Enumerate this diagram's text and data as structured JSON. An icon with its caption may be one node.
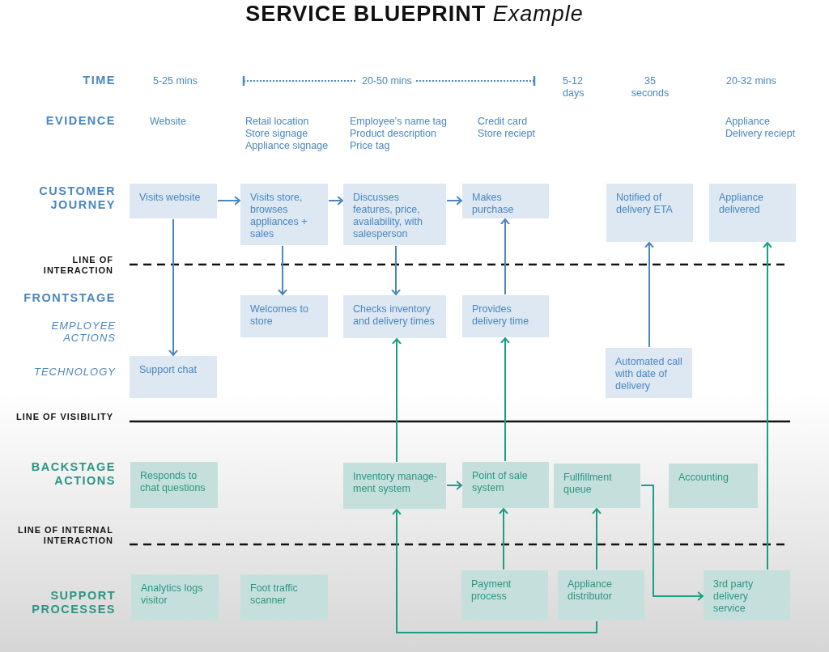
{
  "diagram": {
    "title": "**SERVICE BLUEPRINT** *Example*",
    "nodes": [
      {
        "text": [
          "Visits website"
        ]
      },
      {
        "text": [
          "Visits store, browses appliances + sales"
        ]
      },
      {
        "text": [
          "Discusses features, price, availability, with salesperson"
        ]
      },
      {
        "text": [
          "Makes purchase"
        ]
      },
      {
        "text": [
          "Notified of delivery ETA"
        ]
      },
      {
        "text": [
          "Appliance delivered"
        ]
      },
      {
        "text": [
          "Welcomes to store"
        ]
      },
      {
        "text": [
          "Checks inventory and delivery times"
        ]
      },
      {
        "text": [
          "Provides delivery time"
        ]
      },
      {
        "text": [
          "Support chat"
        ]
      },
      {
        "text": [
          "Automated call with date of delivery"
        ]
      },
      {
        "text": [
          "Responds to chat questions"
        ]
      },
      {
        "text": [
          "Inventory manage- ment system"
        ]
      },
      {
        "text": [
          "Point of sale system"
        ]
      },
      {
        "text": [
          "Fullfillment queue"
        ]
      },
      {
        "text": [
          "Accounting"
        ]
      },
      {
        "text": [
          "Analytics logs visitor"
        ]
      },
      {
        "text": [
          "Foot traffic scanner"
        ]
      },
      {
        "text": [
          "Payment process"
        ]
      },
      {
        "text": [
          "Appliance distributor"
        ]
      },
      {
        "text": [
          "3rd party delivery service"
        ]
      }
    ],
    "edges": [
      {
        "from": 0,
        "to": 1,
        "arrow": "to",
        "color": "#4a86c0"
      },
      {
        "from": 1,
        "to": 2,
        "arrow": "to",
        "color": "#4a86c0"
      },
      {
        "from": 2,
        "to": 3,
        "arrow": "to",
        "color": "#4a86c0"
      },
      {
        "from": 0,
        "to": 9,
        "arrow": "to",
        "color": "#4a86c0"
      },
      {
        "from": 1,
        "to": 6,
        "arrow": "to",
        "color": "#4a86c0"
      },
      {
        "from": 2,
        "to": 7,
        "arrow": "to",
        "color": "#4a86c0"
      },
      {
        "from": 8,
        "to": 3,
        "arrow": "to",
        "color": "#4a86c0"
      },
      {
        "from": 10,
        "to": 4,
        "arrow": "to",
        "color": "#4a86c0"
      },
      {
        "from": 12,
        "to": 7,
        "arrow": "to",
        "color": "#1a9e88"
      },
      {
        "from": 13,
        "to": 8,
        "arrow": "to",
        "color": "#1a9e88"
      },
      {
        "from": 12,
        "to": 13,
        "arrow": "to",
        "color": "#1a9e88"
      },
      {
        "from": 18,
        "to": 13,
        "arrow": "to",
        "color": "#1a9e88"
      },
      {
        "from": 19,
        "to": 14,
        "arrow": "to",
        "color": "#1a9e88"
      },
      {
        "from": 19,
        "to": 12,
        "arrow": "to",
        "color": "#1a9e88"
      },
      {
        "from": 14,
        "to": 20,
        "arrow": "to",
        "color": "#1a9e88"
      },
      {
        "from": 20,
        "to": 5,
        "arrow": "to",
        "color": "#1a9e88"
      }
    ],
    "labels": [
      "TIME",
      "5-25 mins",
      "20-50 mins",
      "5-12 days",
      "35 seconds",
      "20-32 mins",
      "EVIDENCE",
      "Website",
      "Retail location",
      "Store signage",
      "Appliance signage",
      "Employee’s name tag",
      "Product description",
      "Price tag",
      "Credit card",
      "Store reciept",
      "Appliance",
      "Delivery reciept",
      "CUSTOMER JOURNEY",
      "LINE OF INTERACTION",
      "FRONTSTAGE",
      "EMPLOYEE ACTIONS",
      "TECHNOLOGY",
      "LINE OF VISIBILITY",
      "BACKSTAGE ACTIONS",
      "LINE OF INTERNAL INTERACTION",
      "SUPPORT PROCESSES"
    ]
  }
}
